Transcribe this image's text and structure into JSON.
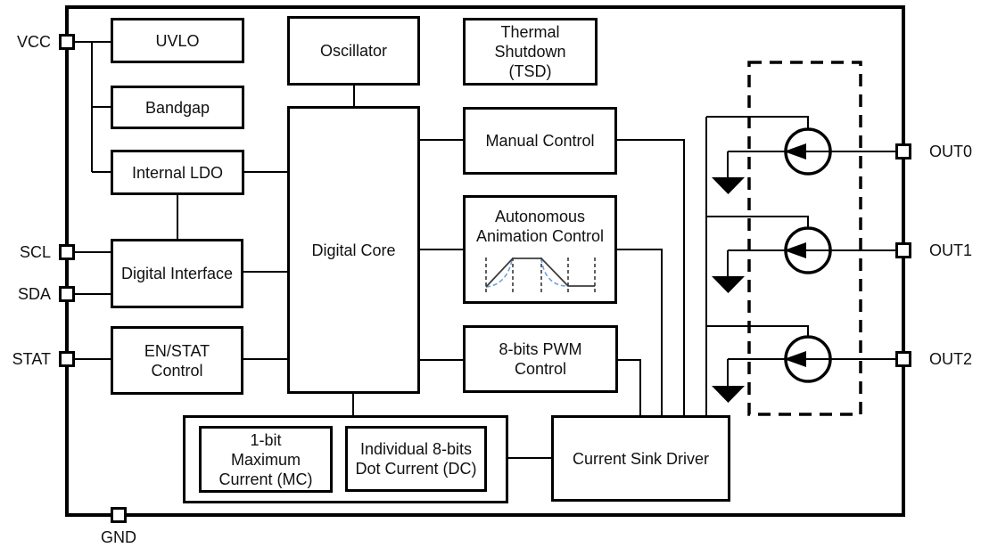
{
  "colors": {
    "diagram_line": "#000000",
    "animation_ramp_line": "#3c3c3c",
    "animation_exponential_line": "#6f9fd8"
  },
  "blocks": {
    "uvlo": {
      "label": "UVLO"
    },
    "bandgap": {
      "label": "Bandgap"
    },
    "internal_ldo": {
      "label": "Internal LDO"
    },
    "digital_interface": {
      "label": "Digital Interface"
    },
    "en_stat": {
      "label": "EN/STAT\nControl"
    },
    "oscillator": {
      "label": "Oscillator"
    },
    "thermal_shutdown": {
      "label": "Thermal\nShutdown\n(TSD)"
    },
    "digital_core": {
      "label": "Digital Core"
    },
    "manual_control": {
      "label": "Manual Control"
    },
    "autonomous_animation": {
      "label": "Autonomous\nAnimation Control"
    },
    "pwm_control": {
      "label": "8-bits PWM\nControl"
    },
    "max_current": {
      "label": "1-bit\nMaximum\nCurrent (MC)"
    },
    "dot_current": {
      "label": "Individual 8-bits\nDot Current (DC)"
    },
    "current_sink_driver": {
      "label": "Current Sink Driver"
    }
  },
  "pins": {
    "vcc": {
      "label": "VCC"
    },
    "scl": {
      "label": "SCL"
    },
    "sda": {
      "label": "SDA"
    },
    "stat": {
      "label": "STAT"
    },
    "gnd": {
      "label": "GND"
    },
    "out0": {
      "label": "OUT0"
    },
    "out1": {
      "label": "OUT1"
    },
    "out2": {
      "label": "OUT2"
    }
  }
}
